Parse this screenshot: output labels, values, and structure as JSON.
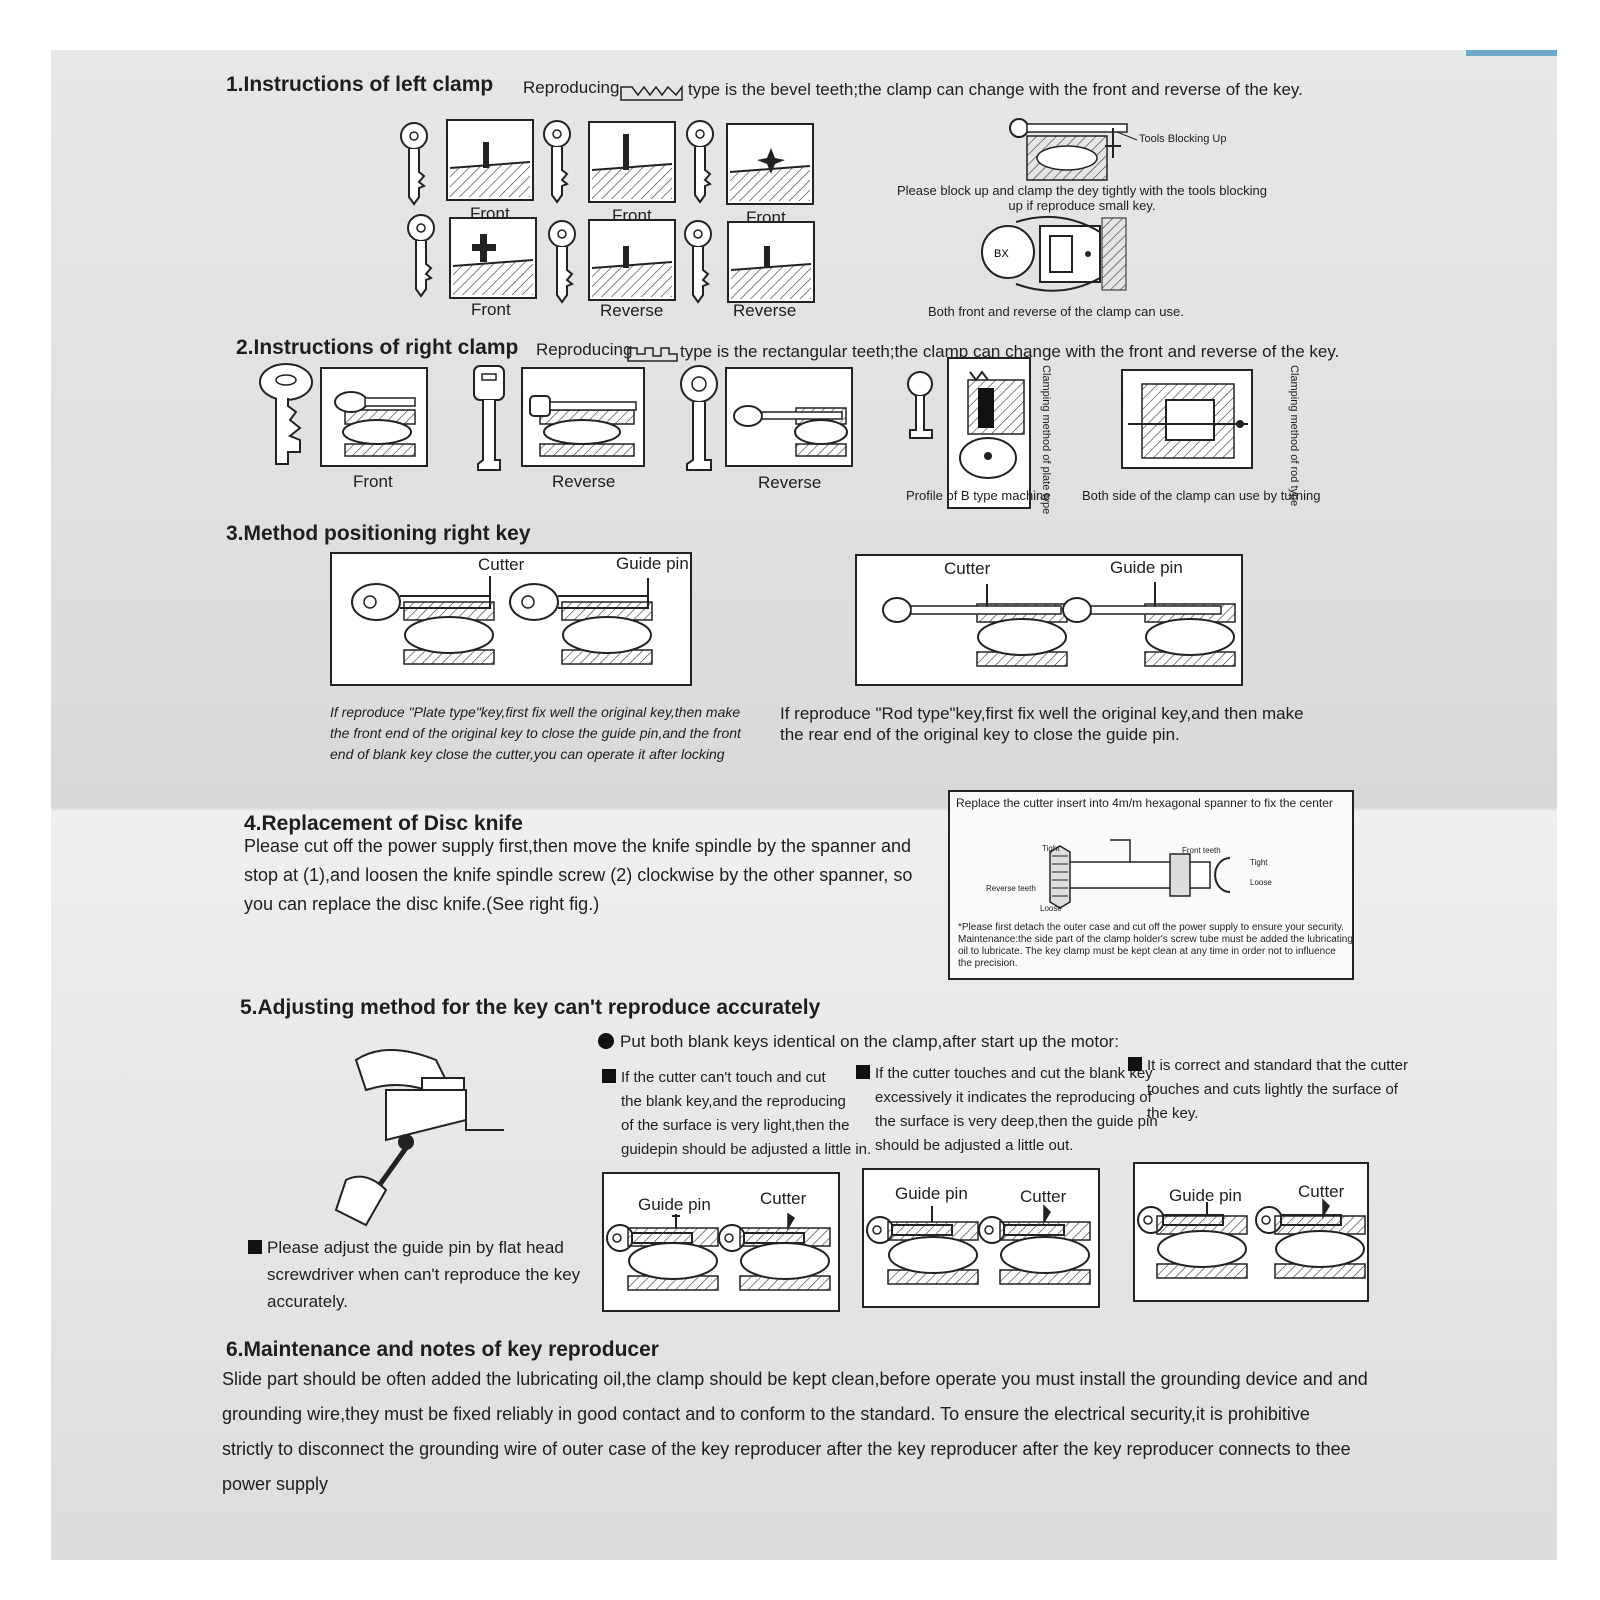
{
  "s1": {
    "title": "1.Instructions of left clamp",
    "intro_pre": "Reproducing",
    "intro_post": "type is the bevel teeth;the clamp can change with the front and reverse of the key.",
    "labels_row1": [
      "Front",
      "Front",
      "Front"
    ],
    "labels_row2": [
      "Front",
      "Reverse",
      "Reverse"
    ],
    "tools_label": "Tools Blocking Up",
    "note": "Please block up and clamp the dey tightly with the tools blocking up if reproduce small key.",
    "both_note": "Both front and reverse of the clamp can use."
  },
  "s2": {
    "title": "2.Instructions of right clamp",
    "intro_pre": "Reproducing",
    "intro_post": "type is the rectangular teeth;the clamp can change with the front and reverse of the key.",
    "labels": [
      "Front",
      "Reverse",
      "Reverse"
    ],
    "profile": "Profile of B type machine",
    "both_side": "Both side of the clamp can use by turning",
    "vertical_1": "Clamping method of plate type",
    "vertical_2": "Clamping method of rod type"
  },
  "s3": {
    "title": "3.Method positioning right key",
    "cutter": "Cutter",
    "guide_pin": "Guide pin",
    "plate_note_lines": [
      "If reproduce \"Plate type\"key,first fix well the original key,then make",
      "the front end of the original key to close the guide pin,and the front",
      "end of blank key close the cutter,you can operate it after locking"
    ],
    "rod_note_lines": [
      "If reproduce \"Rod type\"key,first fix well the original key,and then make",
      "the rear end of the original key to close the guide pin."
    ]
  },
  "s4": {
    "title": "4.Replacement of Disc knife",
    "lines": [
      "Please cut off the power supply first,then move the knife spindle by the spanner and",
      "stop at (1),and loosen the knife spindle screw (2) clockwise by the other spanner, so",
      "you can replace the disc knife.(See right fig.)"
    ],
    "fig_header": "Replace the cutter insert into 4m/m hexagonal spanner to fix the center",
    "fig_labels": [
      "Tight",
      "Front teeth",
      "Tight",
      "Loose",
      "Reverse teeth",
      "Loose"
    ],
    "fig_note_lines": [
      "*Please first detach the outer case and cut off the power supply to ensure your security.",
      "Maintenance:the side part of the clamp holder's screw tube must be added the lubricating",
      "oil to lubricate. The key clamp must be kept clean at any time in order not to influence",
      "the precision."
    ]
  },
  "s5": {
    "title": "5.Adjusting method for the key can't reproduce accurately",
    "bullet": "Put both blank keys identical on the clamp,after start up the motor:",
    "col1": [
      "If the cutter can't touch and cut",
      "the blank key,and the reproducing",
      "of the surface is very light,then the",
      "guidepin should be adjusted a little in."
    ],
    "col2": [
      "If the cutter touches and cut the blank key",
      "excessively it indicates the reproducing of",
      "the surface is very deep,then the guide pin",
      "should be adjusted a little out."
    ],
    "col3": [
      "It is correct and standard that the cutter",
      "touches and cuts lightly the surface of",
      "the key."
    ],
    "guide_pin": "Guide pin",
    "cutter": "Cutter",
    "screwdriver_note": [
      "Please adjust the guide pin by flat head",
      "screwdriver when can't reproduce the key",
      "accurately."
    ]
  },
  "s6": {
    "title": "6.Maintenance and notes of key reproducer",
    "lines": [
      "Slide part should be often added the lubricating oil,the clamp should be kept clean,before operate you must install the grounding device and  and",
      "grounding wire,they must be fixed reliably in good contact and to conform to the standard. To ensure the electrical security,it is prohibitive",
      "strictly to disconnect the grounding wire of outer case of the key reproducer after the key reproducer after the key reproducer connects to thee",
      "power supply"
    ]
  }
}
